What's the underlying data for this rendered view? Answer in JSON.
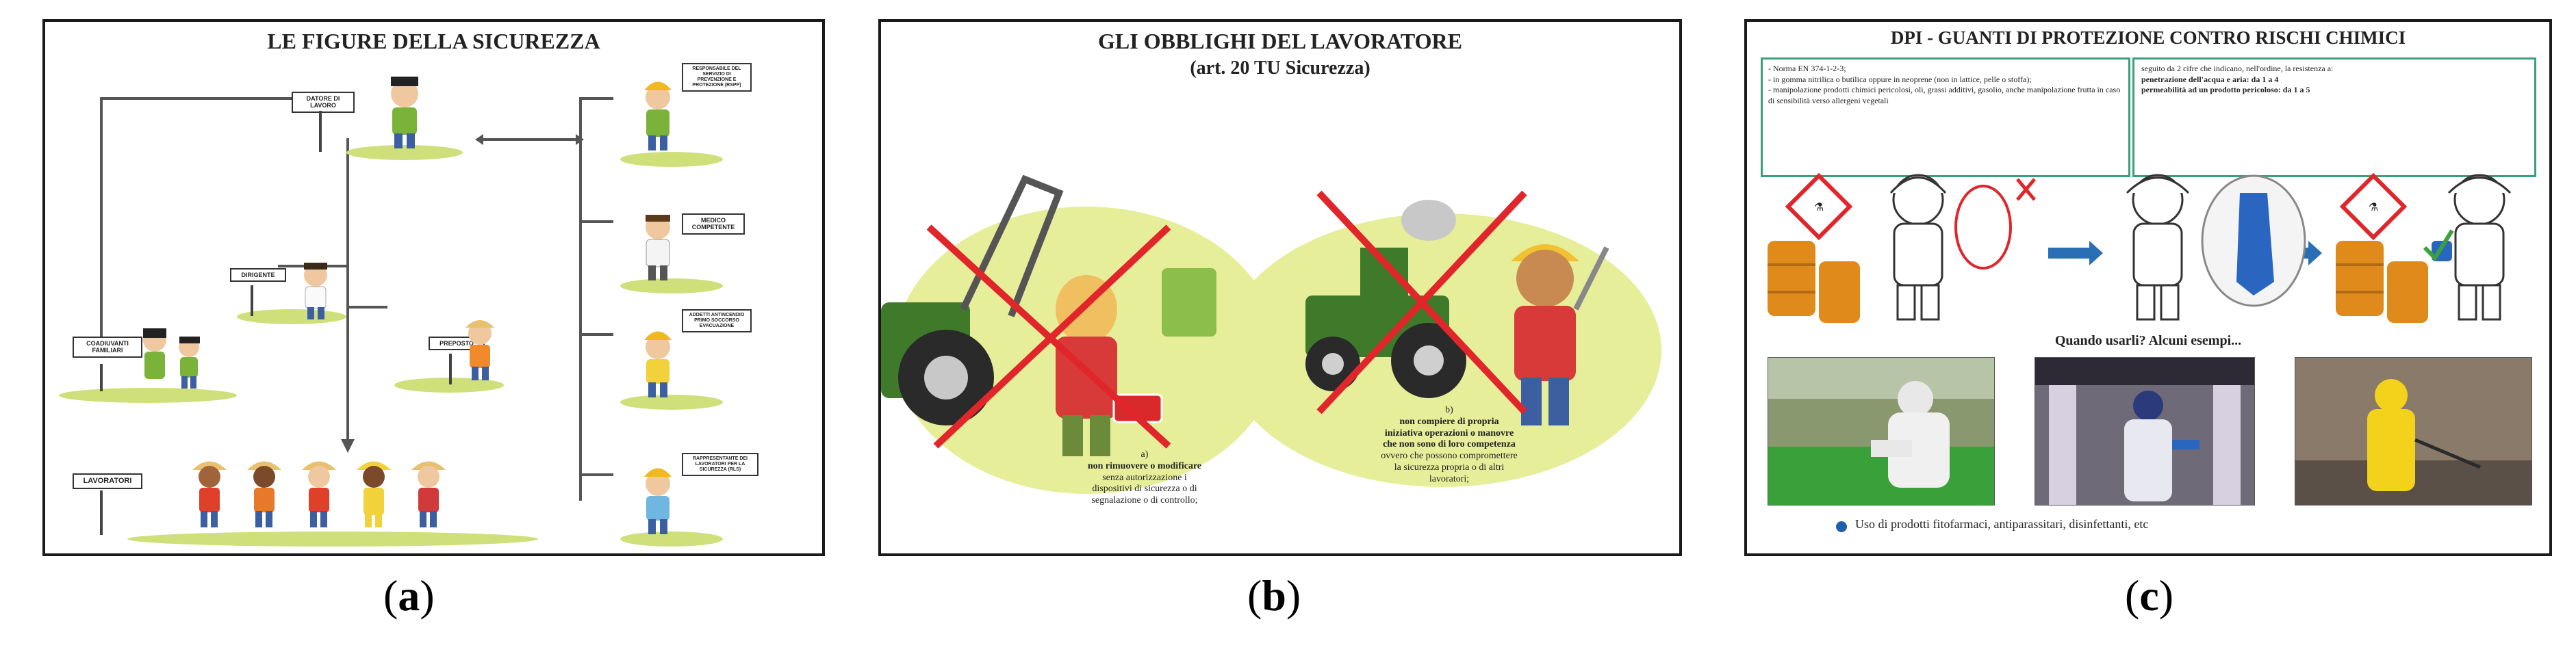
{
  "panel_a": {
    "title": "LE FIGURE DELLA SICUREZZA",
    "signs": {
      "datore": "DATORE DI LAVORO",
      "preposto_resp": "RESPONSABILE DEL SERVIZIO DI PREVENZIONE E PROTEZIONE (RSPP)",
      "medico": "MEDICO COMPETENTE",
      "addetti": "ADDETTI ANTINCENDIO PRIMO SOCCORSO EVACUAZIONE",
      "rls": "RAPPRESENTANTE DEI LAVORATORI PER LA SICUREZZA (RLS)",
      "dirigente": "DIRIGENTE",
      "preposto": "PREPOSTO",
      "familiari": "COADIUVANTI FAMILIARI",
      "lavoratori": "LAVORATORI"
    }
  },
  "panel_b": {
    "title": "GLI OBBLIGHI DEL LAVORATORE",
    "subtitle": "(art. 20 TU Sicurezza)",
    "left_letter": "a)",
    "left_bold": "non rimuovere o modificare",
    "left_text": "senza autorizzazione i dispositivi di sicurezza o di segnalazione o di controllo;",
    "right_letter": "b)",
    "right_bold": "non compiere di propria iniziativa operazioni o manovre che non sono di loro competenza",
    "right_text": "ovvero che possono compromettere la sicurezza propria o di altri lavoratori;"
  },
  "panel_c": {
    "title": "DPI - GUANTI DI PROTEZIONE CONTRO RISCHI CHIMICI",
    "box_left": [
      "- Norma EN 374-1-2-3;",
      "- in gomma nitrilica o butilica oppure in neoprene (non in lattice, pelle o stoffa);",
      "- manipolazione prodotti chimici pericolosi, oli, grassi additivi, gasolio, anche manipolazione frutta in caso di sensibilità verso allergeni vegetali"
    ],
    "box_right_text": "seguito da 2 cifre che indicano, nell'ordine, la resistenza a:",
    "box_right_bold_1": "penetrazione dell'acqua e aria: da 1 a 4",
    "box_right_bold_2": "permeabilità ad un prodotto pericoloso: da 1 a 5",
    "examples_title": "Quando usarli? Alcuni esempi...",
    "bullet_text": "Uso di prodotti fitofarmaci, antiparassitari, disinfettanti, etc"
  },
  "captions": {
    "a_open": "(",
    "a_letter": "a",
    "a_close": ")",
    "b_open": "(",
    "b_letter": "b",
    "b_close": ")",
    "c_open": "(",
    "c_letter": "c",
    "c_close": ")"
  },
  "colors": {
    "grass": "#cfe07a",
    "tractor_green": "#3f7a2a",
    "cross_red": "#e0262b",
    "box_green": "#3aa07a",
    "arrow_blue": "#2a6fb5",
    "drum_orange": "#e08a1c",
    "bullet_blue": "#1f5fae"
  }
}
